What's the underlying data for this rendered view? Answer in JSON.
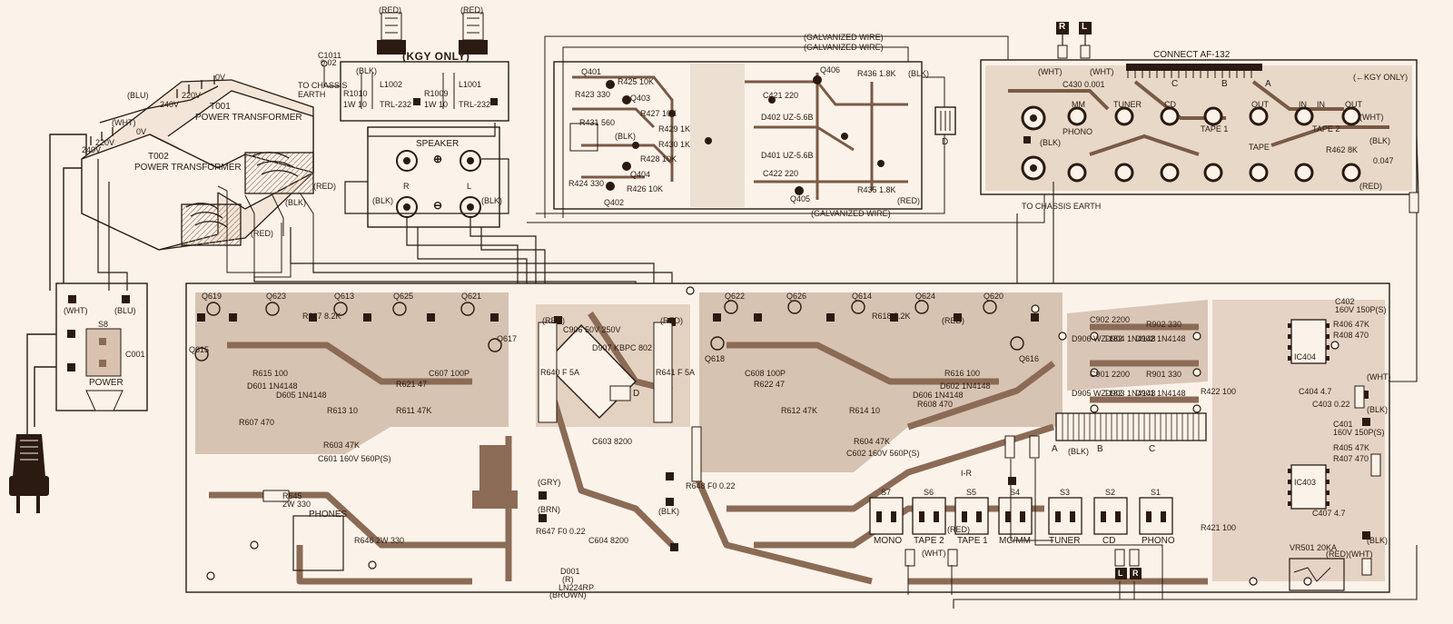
{
  "transformers": {
    "t001_ref": "T001",
    "t001_name": "POWER TRANSFORMER",
    "t002_ref": "T002",
    "t002_name": "POWER TRANSFORMER",
    "tap_0v_a": "0V",
    "tap_220v_a": "220V",
    "tap_240v_a": "240V",
    "tap_0v_b": "0V",
    "tap_220v_b": "220V",
    "tap_240v_b": "240V",
    "blu": "(BLU)",
    "wht": "(WHT)",
    "red_a": "(RED)",
    "red_b": "(RED)",
    "blk": "(BLK)"
  },
  "power_board": {
    "switch_ref": "S8",
    "switch_label": "POWER",
    "cap_label": "C001",
    "wht": "(WHT)",
    "blu": "(BLU)"
  },
  "speaker_board": {
    "title": "SPEAKER",
    "kgy_only": "(KGY ONLY)",
    "red_left": "(RED)",
    "red_right": "(RED)",
    "chassis": "TO CHASSIS EARTH",
    "c1011": "C1011",
    "c1011_val": "0.02",
    "plus": "⊕",
    "minus": "⊖",
    "ch_r": "R",
    "ch_l": "L",
    "blk_left": "(BLK)",
    "blk_right": "(BLK)",
    "blk_top": "(BLK)",
    "r1010": "R1010",
    "r1009": "R1009",
    "l1002": "L1002",
    "l1001": "L1001",
    "trl232_a": "TRL-232",
    "trl232_b": "TRL-232",
    "r1w10_a": "1W 10",
    "r1w10_b": "1W 10"
  },
  "galvanized_top_a": "(GALVANIZED WIRE)",
  "galvanized_top_b": "(GALVANIZED WIRE)",
  "galvanized_bottom": "(GALVANIZED WIRE)",
  "tone_board": {
    "q401": "Q401",
    "q403": "Q403",
    "q404": "Q404",
    "q406": "Q406",
    "q405": "Q405",
    "q402": "Q402",
    "r425": "R425 10K",
    "r423": "R423 330",
    "r427": "R427 10K",
    "r429": "R429 1K",
    "r431": "R431 560",
    "r430": "R430 1K",
    "r428": "R428 10K",
    "r426": "R426 10K",
    "r424": "R424 330",
    "r436": "R436 1.8K",
    "r435": "R435 1.8K",
    "c421": "C421 220",
    "c422": "C422 220",
    "red": "(RED)",
    "blk_a": "(BLK)",
    "blk_b": "(BLK)",
    "d401": "D401 UZ-5.6B",
    "d402": "D402 UZ-5.6B",
    "plug": "D"
  },
  "input_board": {
    "connect": "CONNECT AF-132",
    "kgy_only": "(←KGY ONLY)",
    "tag_r": "R",
    "tag_l": "L",
    "wht_a": "(WHT)",
    "wht_b": "(WHT)",
    "wht_out": "(WHT)",
    "blk": "(BLK)",
    "blk_b": "(BLK)",
    "red": "(RED)",
    "phono": "PHONO",
    "mm": "MM",
    "tuner": "TUNER",
    "cd": "CD",
    "tape1": "TAPE 1",
    "tape": "TAPE",
    "tape2": "TAPE 2",
    "out_a": "OUT",
    "in_a": "IN",
    "out_b": "OUT",
    "in_b": "IN",
    "ca": "C",
    "cb": "B",
    "cc": "A",
    "chassis": "TO CHASSIS EARTH",
    "c047": "0.047",
    "c430": "C430 0.001",
    "r462": "R462 8K"
  },
  "main_board": {
    "q619": "Q619",
    "q623": "Q623",
    "q613": "Q613",
    "q625": "Q625",
    "q621": "Q621",
    "q622": "Q622",
    "q626": "Q626",
    "q614": "Q614",
    "q624": "Q624",
    "q620": "Q620",
    "q615": "Q615",
    "q617": "Q617",
    "q616": "Q616",
    "q618": "Q618",
    "r617": "R617 8.2K",
    "r618": "R618 8.2K",
    "r615": "R615 100",
    "r616": "R616 100",
    "r621": "R621 47",
    "r622": "R622 47",
    "r607": "R607 470",
    "r608": "R608 470",
    "r611": "R611 47K",
    "r612": "R612 47K",
    "r603": "R603 47K",
    "r604": "R604 47K",
    "r613": "R613 10",
    "r614": "R614 10",
    "d601": "D601 1N4148",
    "d602": "D602 1N4148",
    "d605": "D605 1N4148",
    "d606": "D606 1N4148",
    "c601": "C601 160V 560P(S)",
    "c602": "C602 160V 560P(S)",
    "c607": "C607 100P",
    "c608": "C608 100P",
    "c906": "C906 50V 250V",
    "d907": "D907 KBPC 802",
    "r640": "R640 F 5A",
    "r641": "R641 F 5A",
    "red_a": "(RED)",
    "red_b": "(RED)",
    "red_c": "(RED)",
    "ch_d": "D",
    "gry": "(GRY)",
    "brn": "(BRN)",
    "blk": "(BLK)",
    "brown": "(BROWN)",
    "d001": "D001",
    "d001_r": "(R)",
    "ln224": "LN224RP",
    "c603": "C603 8200",
    "c604": "C604 8200",
    "r645": "R645",
    "r645_val": "2W 330",
    "r646": "R646 2W 330",
    "phones": "PHONES",
    "r647": "R647 F0 0.22",
    "r648": "R648 F0 0.22",
    "c902": "C902 2200",
    "c901": "C901 2200",
    "r902": "R902 330",
    "r901": "R901 330",
    "d906": "D906 WZ-182",
    "d905": "D905 WZ-182",
    "d904": "D904 1N4148",
    "d903": "D903 1N4148",
    "d902": "D902 1N4148",
    "d901": "D901 1N4148",
    "c402": "C402",
    "c402_val": "160V 150P(S)",
    "c401": "C401",
    "c401_val": "160V 150P(S)",
    "r406": "R406 47K",
    "r405": "R405 47K",
    "r408": "R408 470",
    "r407": "R407 470",
    "ic404": "IC404",
    "ic403": "IC403",
    "c404": "C404 4.7",
    "c403": "C403 0.22",
    "c407": "C407 4.7",
    "r422": "R422 100",
    "r421": "R421 100",
    "wht_a": "(WHT)",
    "blk_a": "(BLK)",
    "blk_b": "(BLK)",
    "red_d": "(RED)",
    "wht_b": "(WHT)",
    "vr501": "VR501 20KA",
    "sw_bank_a": "A",
    "sw_bank_b": "B",
    "sw_bank_c": "C",
    "blk_sw": "(BLK)",
    "ir": "I-R",
    "s7": "S7",
    "s6": "S6",
    "s5": "S5",
    "s4": "S4",
    "s3": "S3",
    "s2": "S2",
    "s1": "S1",
    "mono": "MONO",
    "tape2": "TAPE 2",
    "tape1": "TAPE 1",
    "mcmm": "MC/MM",
    "tuner": "TUNER",
    "cd": "CD",
    "phono": "PHONO",
    "wht_sw": "(WHT)",
    "red_sw": "(RED)",
    "tag_l": "L",
    "tag_r": "R"
  }
}
